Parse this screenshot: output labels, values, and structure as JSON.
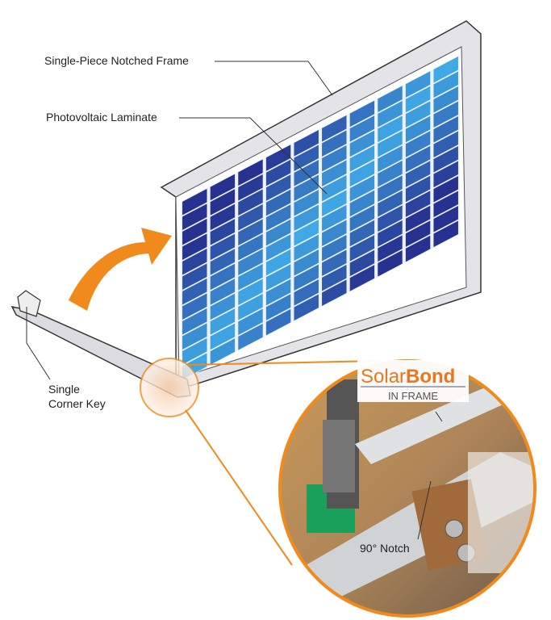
{
  "labels": {
    "frame": "Single-Piece Notched Frame",
    "laminate": "Photovoltaic Laminate",
    "corner_key_line1": "Single",
    "corner_key_line2": "Corner Key",
    "notch": "90° Notch"
  },
  "logo": {
    "solar": "Solar",
    "bond": "Bond",
    "subtitle": "IN FRAME"
  },
  "colors": {
    "orange": "#f08a1c",
    "cell_dark": "#27318f",
    "cell_light": "#3fa9e6",
    "frame": "#d8d8dc"
  },
  "panel": {
    "columns": 10,
    "rows": 12
  }
}
